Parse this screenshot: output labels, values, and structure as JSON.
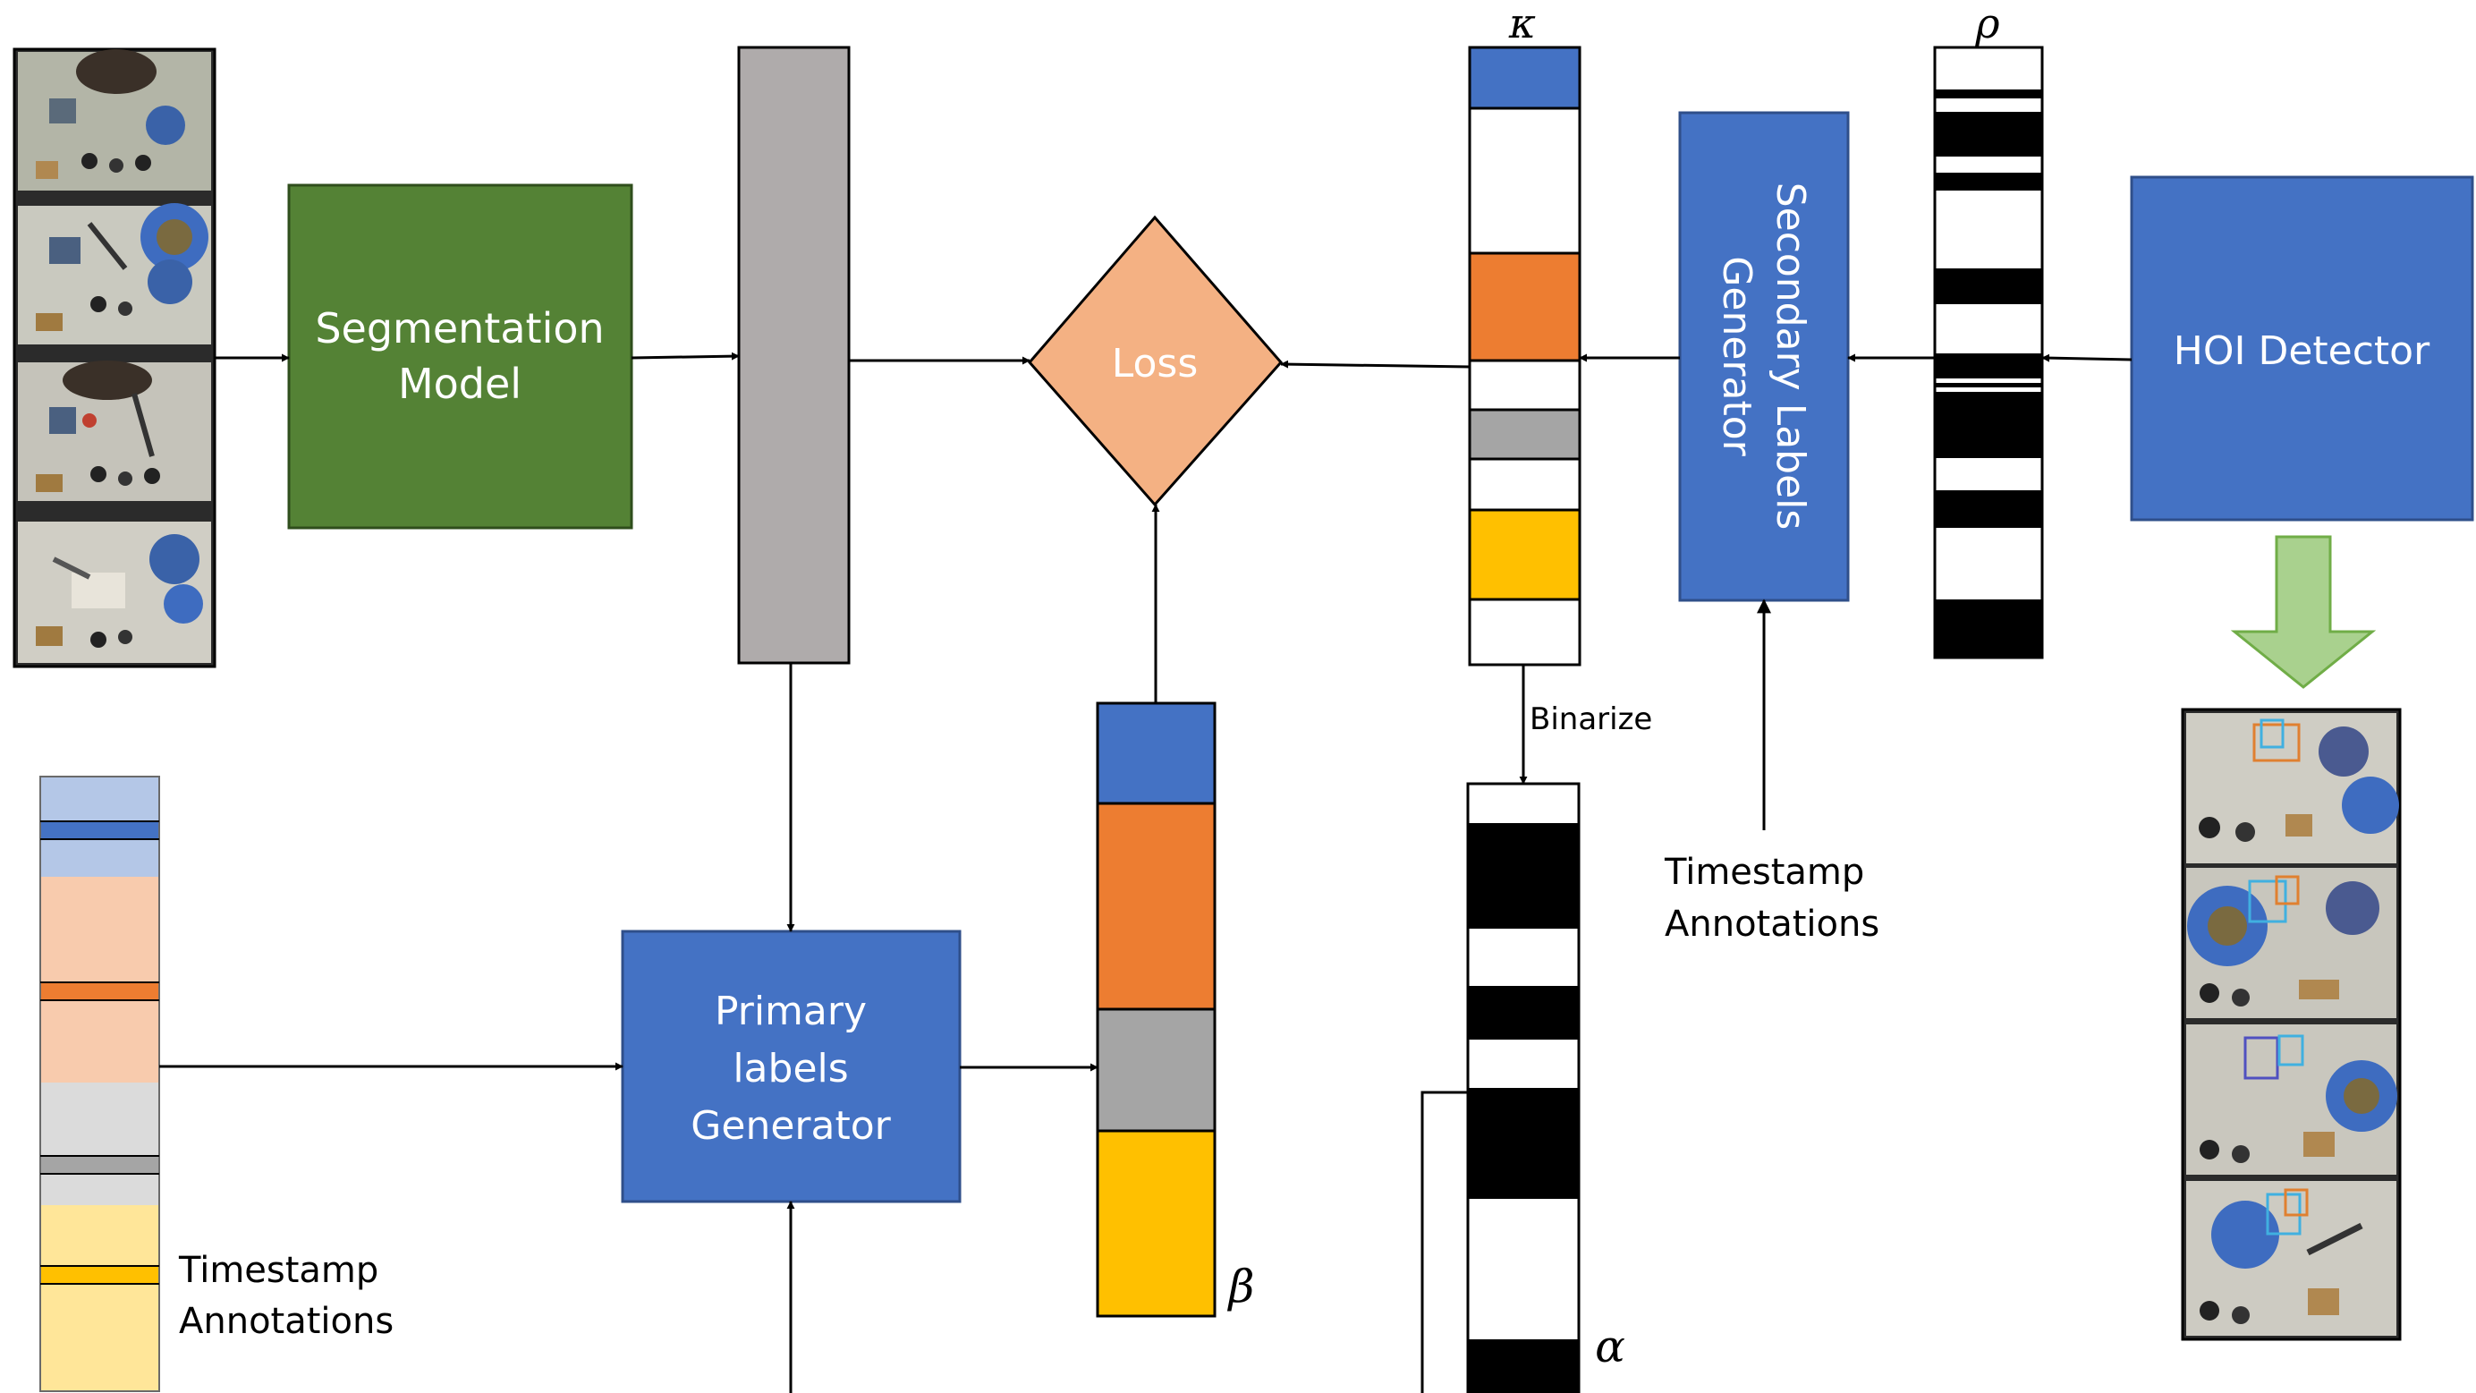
{
  "nodes": {
    "segmentation_model": [
      "Segmentation",
      "Model"
    ],
    "loss": "Loss",
    "secondary_labels_generator": [
      "Secondary Labels",
      "Generator"
    ],
    "hoi_detector": "HOI Detector",
    "primary_labels_generator": [
      "Primary",
      "labels",
      "Generator"
    ]
  },
  "labels": {
    "binarize": "Binarize",
    "timestamp_annotations_right": [
      "Timestamp",
      "Annotations"
    ],
    "timestamp_annotations_left": [
      "Timestamp",
      "Annotations"
    ]
  },
  "symbols": {
    "kappa": "κ",
    "rho": "ρ",
    "beta": "β",
    "alpha": "α"
  },
  "colors": {
    "blue": "#4472C4",
    "orange": "#ED7D31",
    "gray": "#A5A5A5",
    "yellow": "#FFC000",
    "green": "#548235",
    "loss_fill": "#F4B183",
    "arrow_green": "#A9D18E"
  }
}
